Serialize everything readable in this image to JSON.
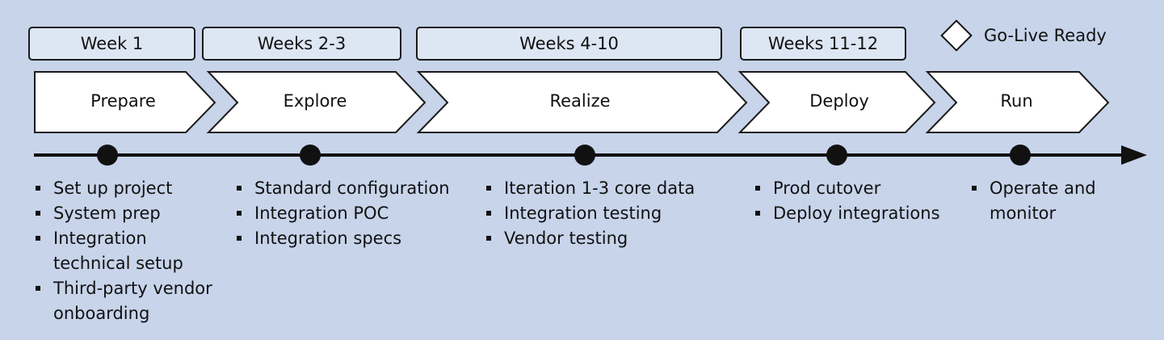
{
  "legend": {
    "label": "Go-Live Ready",
    "icon": "diamond-icon"
  },
  "colors": {
    "background": "#c7d4ea",
    "week_box": "#dde6f3",
    "phase": "#ffffff",
    "line": "#111111"
  },
  "phases": [
    {
      "week": "Week 1",
      "name": "Prepare",
      "items": [
        "Set up project",
        "System prep",
        "Integration technical setup",
        "Third-party vendor onboarding"
      ]
    },
    {
      "week": "Weeks 2-3",
      "name": "Explore",
      "items": [
        "Standard configuration",
        "Integration POC",
        "Integration specs"
      ]
    },
    {
      "week": "Weeks 4-10",
      "name": "Realize",
      "items": [
        "Iteration 1-3 core data",
        "Integration testing",
        "Vendor testing"
      ]
    },
    {
      "week": "Weeks 11-12",
      "name": "Deploy",
      "items": [
        "Prod cutover",
        "Deploy integrations"
      ]
    },
    {
      "week": "",
      "name": "Run",
      "items": [
        "Operate and monitor"
      ]
    }
  ]
}
